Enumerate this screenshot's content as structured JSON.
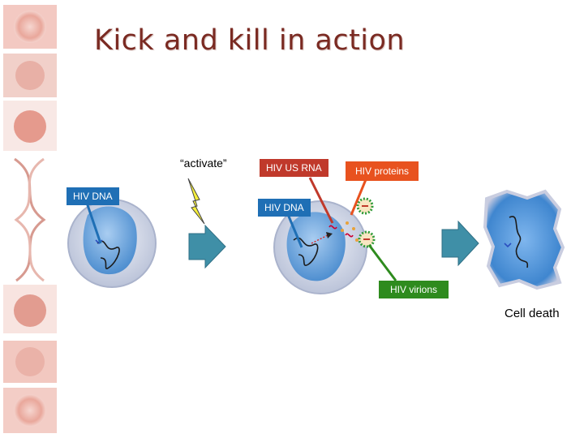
{
  "slide": {
    "title": "Kick and kill in action"
  },
  "labels": {
    "activate": "“activate”",
    "hiv_dna_left": "HIV DNA",
    "hiv_us_rna": "HIV US RNA",
    "hiv_proteins": "HIV proteins",
    "hiv_dna_center": "HIV DNA",
    "hiv_virions": "HIV virions",
    "cell_death": "Cell death"
  },
  "colors": {
    "title": "#7a2a22",
    "label_blue": "#1f6fb5",
    "label_red": "#c0392b",
    "label_orange": "#e8521f",
    "label_green": "#2e8b1e",
    "arrow_teal": "#3f8fa7",
    "cell_light": "#d6dbe8",
    "nucleus_blue": "#5b9bd8"
  },
  "icons": {
    "side_strip": "virus-dna-strip-icon",
    "bolt": "lightning-bolt-icon"
  }
}
